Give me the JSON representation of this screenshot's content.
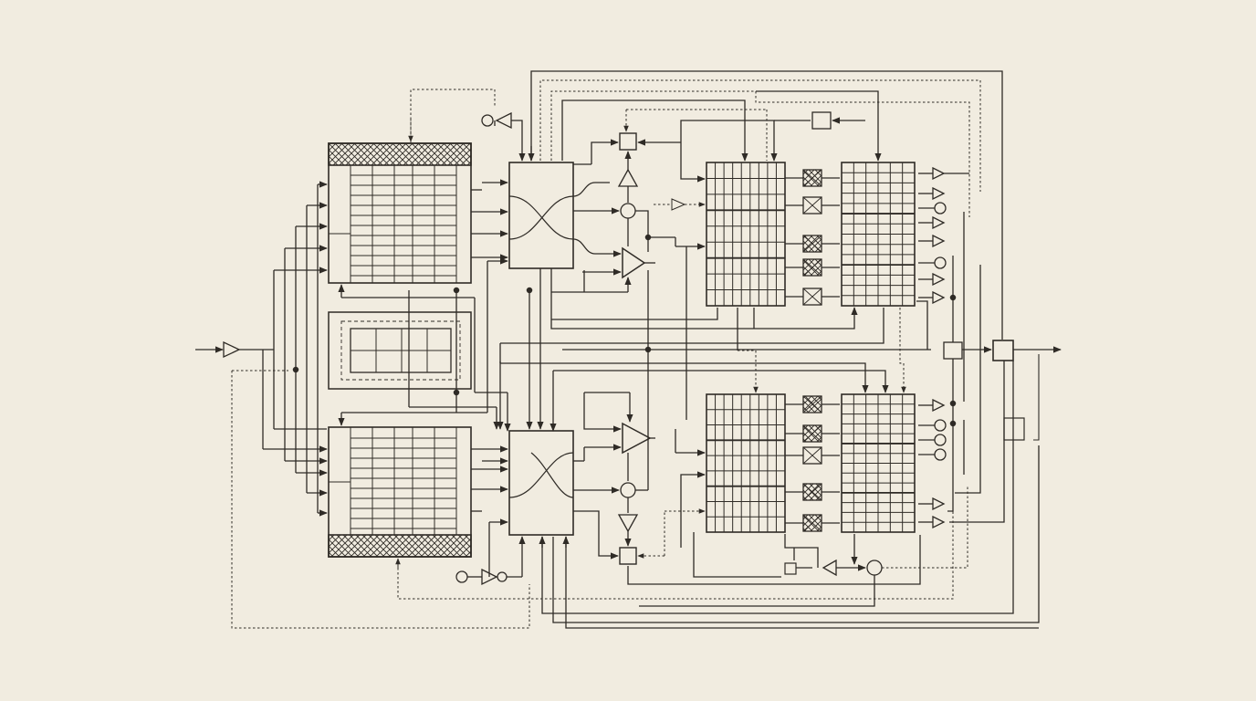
{
  "diagram": {
    "kind": "schematic-block-diagram",
    "labels_visible": false,
    "colors": {
      "paper": "#f1ece0",
      "ink": "#2f2b26"
    },
    "blocks": [
      "input-buffer",
      "upper-register-array",
      "middle-register-array",
      "lower-register-array",
      "upper-crossbar-switch",
      "lower-crossbar-switch",
      "upper-amplifier",
      "lower-amplifier",
      "upper-left-memory-grid",
      "upper-right-memory-grid",
      "lower-left-memory-grid",
      "lower-right-memory-grid",
      "output-combiner",
      "output-arrow"
    ]
  }
}
